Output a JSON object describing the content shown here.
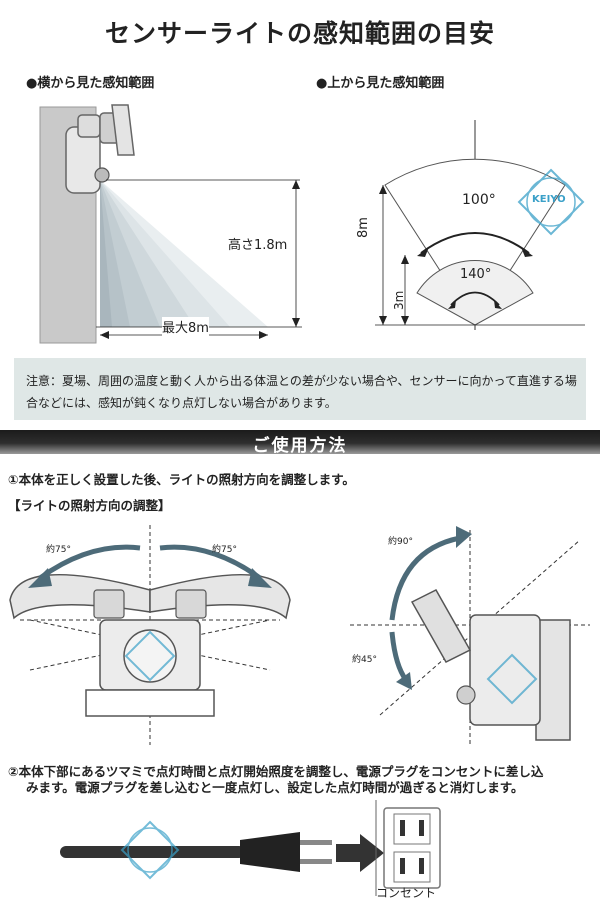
{
  "page": {
    "title": "センサーライトの感知範囲の目安",
    "side_heading": "●横から見た感知範囲",
    "top_heading": "●上から見た感知範囲",
    "side": {
      "height_label": "高さ1.8m",
      "range_label": "最大8m"
    },
    "top": {
      "wide_angle": "100°",
      "narrow_angle": "140°",
      "outer_dist": "8m",
      "inner_dist": "3m"
    },
    "watermark": "KEIYO",
    "note": "注意：夏場、周囲の温度と動く人から出る体温との差が少ない場合や、センサーに向かって直進する場合などには、感知が鈍くなり点灯しない場合があります。",
    "section_title": "ご使用方法",
    "step1": "①本体を正しく設置した後、ライトの照射方向を調整します。",
    "adjust_heading": "【ライトの照射方向の調整】",
    "front": {
      "left_angle": "約75°",
      "right_angle": "約75°"
    },
    "side_adj": {
      "up_angle": "約90°",
      "down_angle": "約45°"
    },
    "step2_line1": "②本体下部にあるツマミで点灯時間と点灯開始照度を調整し、電源プラグをコンセントに差し込",
    "step2_line2": "みます。電源プラグを差し込むと一度点灯し、設定した点灯時間が過ぎると消灯します。",
    "outlet_label": "コンセント",
    "colors": {
      "note_bg": "#dfe7e6",
      "arrow": "#4d6b79",
      "watermark": "#3aa0c8",
      "band": "#222222"
    }
  }
}
